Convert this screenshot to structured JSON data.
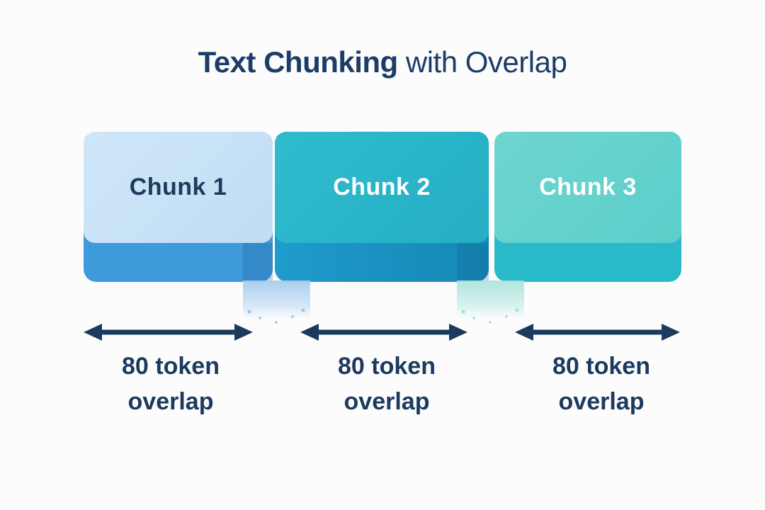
{
  "title": {
    "bold_part": "Text Chunking",
    "regular_part": " with Overlap",
    "color": "#1d3c68"
  },
  "chunks": [
    {
      "label": "Chunk 1",
      "body_color": "#c6e2f6",
      "band_color": "#3e9ada",
      "text_color": "#1d3a5c"
    },
    {
      "label": "Chunk 2",
      "body_color": "#2ab4c8",
      "band_color": "#1791ba",
      "text_color": "#ffffff"
    },
    {
      "label": "Chunk 3",
      "body_color": "#63d1cd",
      "band_color": "#2ab9c8",
      "text_color": "#ffffff"
    }
  ],
  "overlap_labels": [
    {
      "line1": "80 token",
      "line2": "overlap"
    },
    {
      "line1": "80 token",
      "line2": "overlap"
    },
    {
      "line1": "80 token",
      "line2": "overlap"
    }
  ],
  "arrows": {
    "color": "#1b3a5e",
    "count": 3
  },
  "drips": {
    "between_1_2_color": "#a6cced",
    "between_2_3_color": "#aae5db"
  },
  "background_color": "#fcfcfd"
}
